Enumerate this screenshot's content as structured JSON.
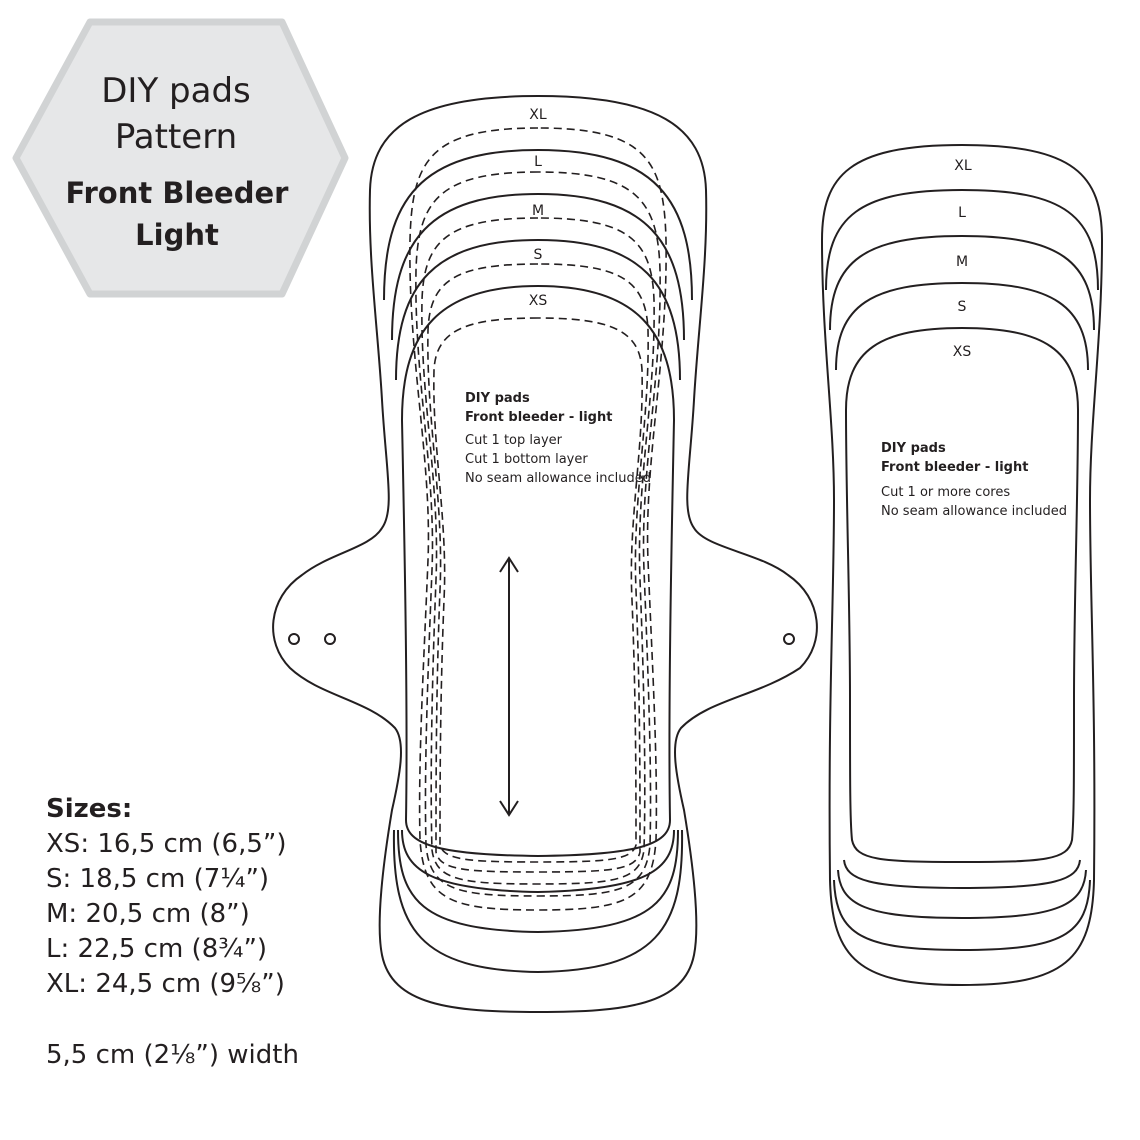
{
  "badge": {
    "title_line1": "DIY pads",
    "title_line2": "Pattern",
    "subtitle_line1": "Front Bleeder",
    "subtitle_line2": "Light"
  },
  "pad_pattern": {
    "size_labels": [
      "XL",
      "L",
      "M",
      "S",
      "XS"
    ],
    "note_title": "DIY pads",
    "note_subtitle": "Front bleeder - light",
    "instructions": [
      "Cut 1 top layer",
      "Cut 1 bottom layer",
      "No seam allowance included"
    ]
  },
  "core_pattern": {
    "size_labels": [
      "XL",
      "L",
      "M",
      "S",
      "XS"
    ],
    "note_title": "DIY pads",
    "note_subtitle": "Front bleeder - light",
    "instructions": [
      "Cut 1 or more cores",
      "No seam allowance included"
    ]
  },
  "sizes_legend": {
    "heading": "Sizes:",
    "items": [
      "XS: 16,5 cm (6,5”)",
      "S: 18,5 cm (7¼”)",
      "M: 20,5 cm (8”)",
      "L: 22,5 cm (8¾”)",
      "XL: 24,5 cm (9⅝”)"
    ],
    "width_note": "5,5 cm (2⅛”) width"
  },
  "colors": {
    "line": "#231f20",
    "badge_fill": "#e6e7e8",
    "badge_border": "#d1d3d4"
  }
}
